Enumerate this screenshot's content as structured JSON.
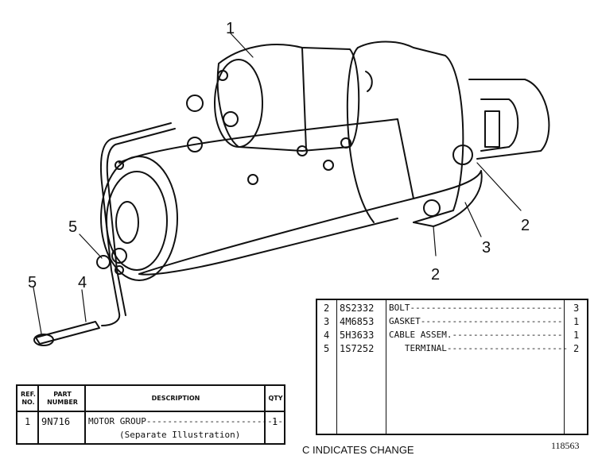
{
  "callouts": {
    "c1": "1",
    "c2a": "2",
    "c2b": "2",
    "c3": "3",
    "c4": "4",
    "c5a": "5",
    "c5b": "5"
  },
  "left_table": {
    "headers": {
      "ref_no": "REF.\nNO.",
      "part_number": "PART\nNUMBER",
      "description": "DESCRIPTION",
      "qty": "QTY"
    },
    "rows": [
      {
        "ref": "1",
        "part": "9N716",
        "description": "MOTOR GROUP--------------------------",
        "qty": "1",
        "note": "(Separate Illustration)"
      }
    ]
  },
  "right_table": {
    "rows": [
      {
        "ref": "2",
        "part": "8S2332",
        "description": "BOLT-----------------------------",
        "qty": "3"
      },
      {
        "ref": "3",
        "part": "4M6853",
        "description": "GASKET---------------------------",
        "qty": "1"
      },
      {
        "ref": "4",
        "part": "5H3633",
        "description": "CABLE ASSEM.---------------------",
        "qty": "1"
      },
      {
        "ref": "5",
        "part": "1S7252",
        "description": "   TERMINAL-----------------------",
        "qty": "2"
      }
    ]
  },
  "change_note": "C INDICATES CHANGE",
  "drawing_number": "118563"
}
